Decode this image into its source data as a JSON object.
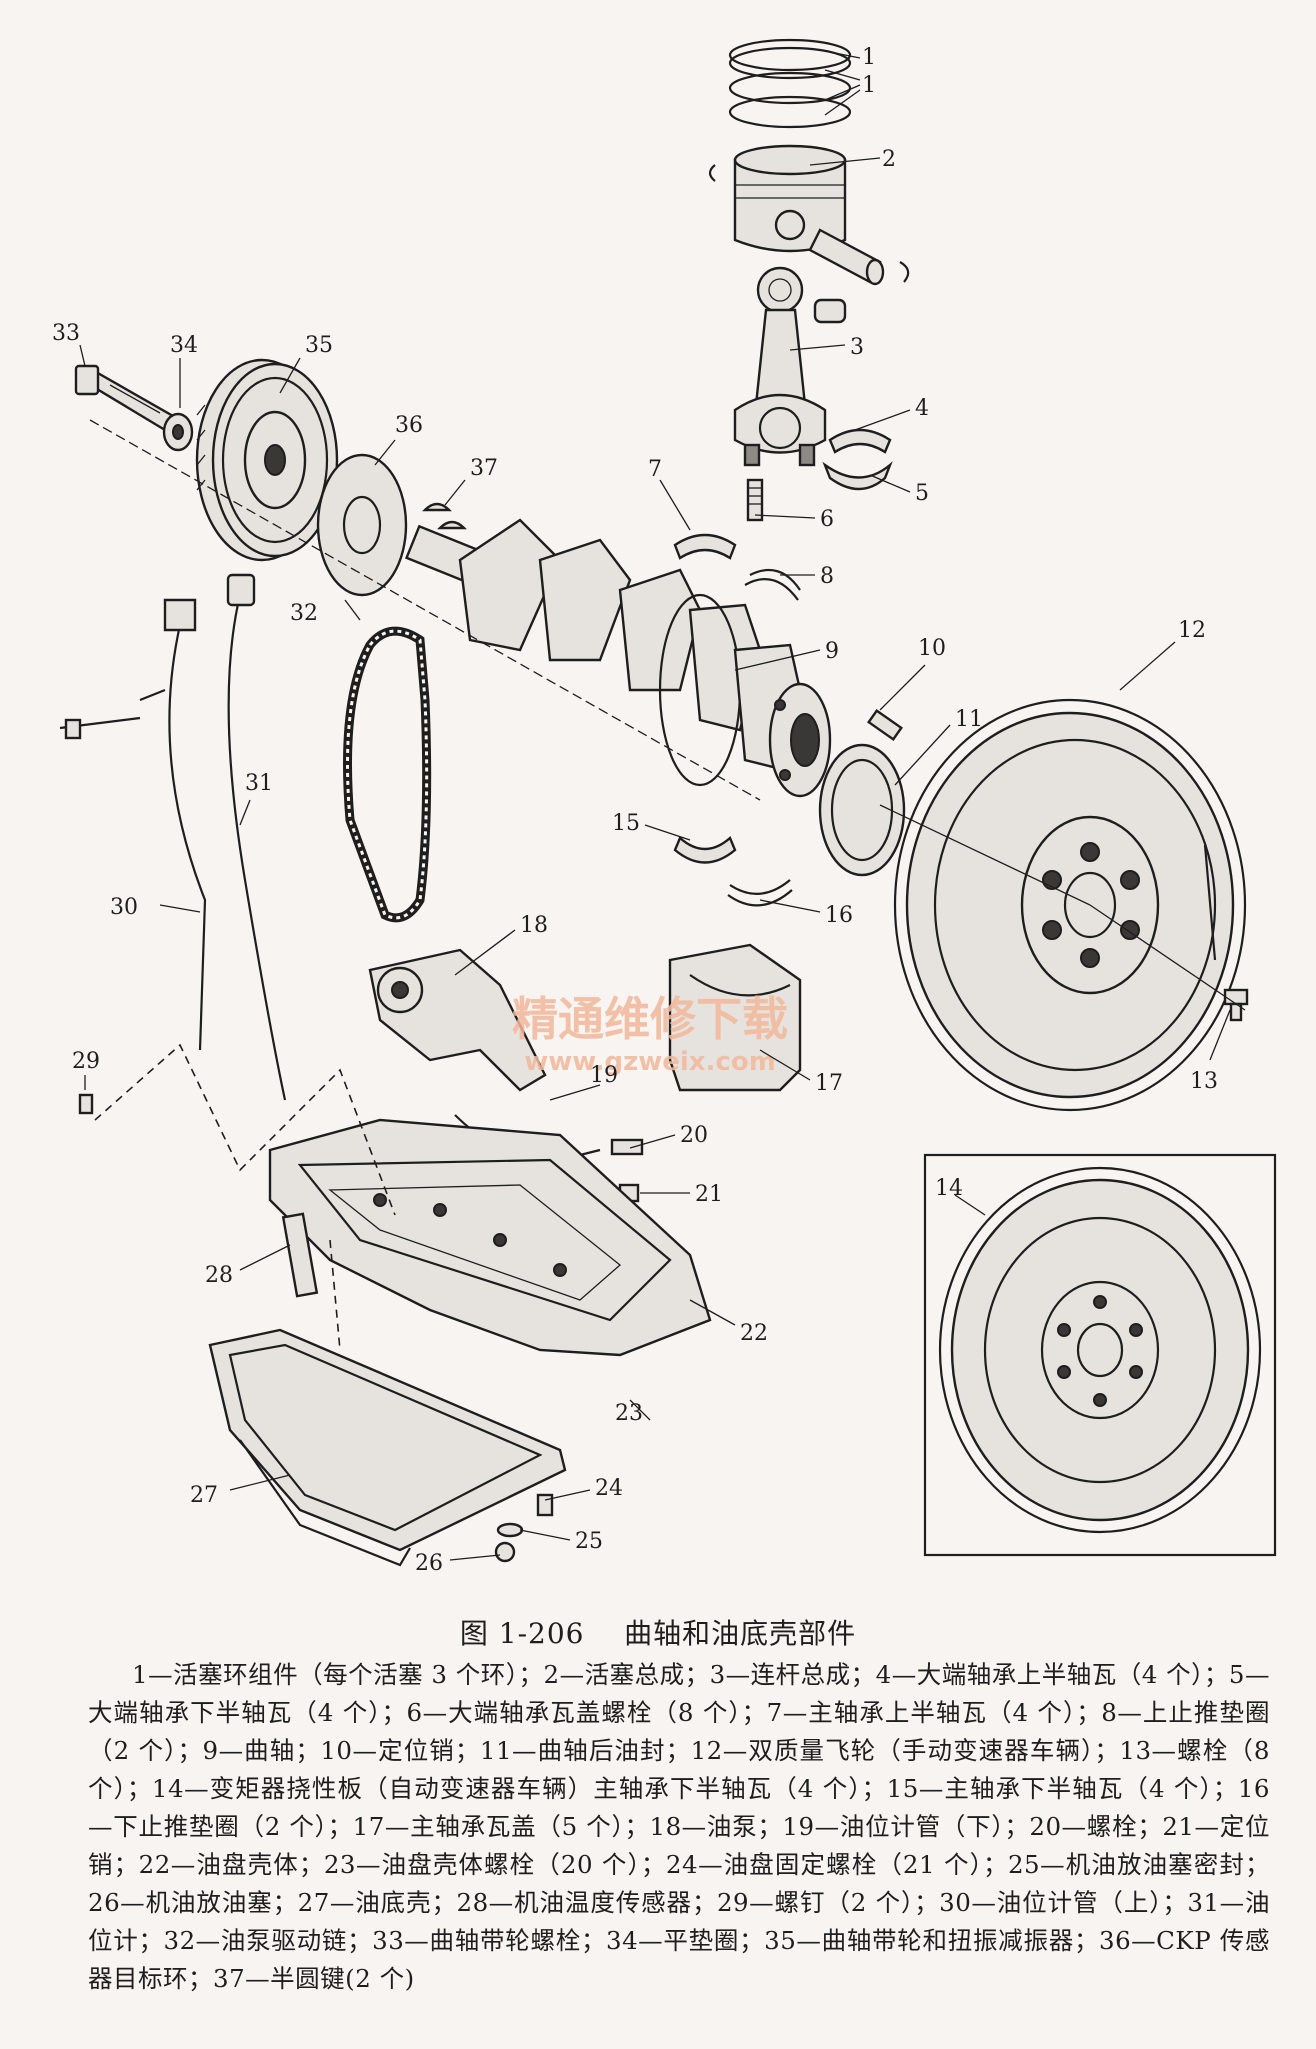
{
  "figure": {
    "number": "图 1-206",
    "title": "曲轴和油底壳部件",
    "watermark_cn": "精通维修下载",
    "watermark_url": "www.gzweix.com"
  },
  "callouts": [
    "1",
    "1",
    "2",
    "3",
    "4",
    "5",
    "6",
    "7",
    "8",
    "9",
    "10",
    "11",
    "12",
    "13",
    "14",
    "15",
    "16",
    "17",
    "18",
    "19",
    "20",
    "21",
    "22",
    "23",
    "24",
    "25",
    "26",
    "27",
    "28",
    "29",
    "30",
    "31",
    "32",
    "33",
    "34",
    "35",
    "36",
    "37"
  ],
  "legend_text": "1—活塞环组件（每个活塞 3 个环）；2—活塞总成；3—连杆总成；4—大端轴承上半轴瓦（4 个）；5—大端轴承下半轴瓦（4 个）；6—大端轴承瓦盖螺栓（8 个）；7—主轴承上半轴瓦（4 个）；8—上止推垫圈（2 个）；9—曲轴；10—定位销；11—曲轴后油封；12—双质量飞轮（手动变速器车辆）；13—螺栓（8 个）；14—变矩器挠性板（自动变速器车辆）主轴承下半轴瓦（4 个）；15—主轴承下半轴瓦（4 个）；16—下止推垫圈（2 个）；17—主轴承瓦盖（5 个）；18—油泵；19—油位计管（下）；20—螺栓；21—定位销；22—油盘壳体；23—油盘壳体螺栓（20 个）；24—油盘固定螺栓（21 个）；25—机油放油塞密封；26—机油放油塞；27—油底壳；28—机油温度传感器；29—螺钉（2 个）；30—油位计管（上）；31—油位计；32—油泵驱动链；33—曲轴带轮螺栓；34—平垫圈；35—曲轴带轮和扭振减振器；36—CKP 传感器目标环；37—半圆键(2 个)"
}
